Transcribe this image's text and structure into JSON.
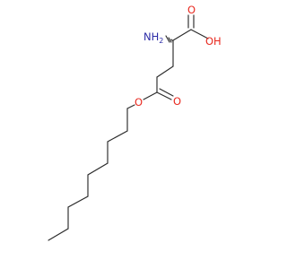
{
  "molecule": {
    "atoms": {
      "amine": "NH",
      "amine_subscript": "2",
      "acid_oxygen_double": "O",
      "acid_hydroxyl": "OH",
      "ester_carbonyl_oxygen": "O",
      "ester_oxygen": "O"
    },
    "colors": {
      "bond": "#2b2b2b",
      "oxygen": "#e8281e",
      "nitrogen": "#2a2aa6",
      "background": "#ffffff"
    }
  }
}
